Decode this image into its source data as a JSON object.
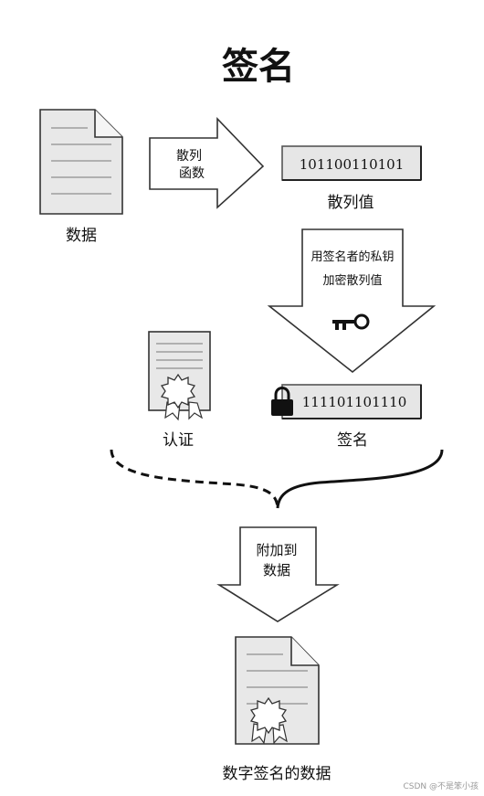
{
  "title": "签名",
  "nodes": {
    "data_label": "数据",
    "hash_function_line1": "散列",
    "hash_function_line2": "函数",
    "hash_value_bits": "101100110101",
    "hash_value_label": "散列值",
    "encrypt_line1": "用签名者的私钥",
    "encrypt_line2": "加密散列值",
    "certificate_label": "认证",
    "signature_bits": "111101101110",
    "signature_label": "签名",
    "attach_line1": "附加到",
    "attach_line2": "数据",
    "signed_data_label": "数字签名的数据"
  },
  "watermark": "CSDN @不是笨小孩",
  "icons": [
    "document-icon",
    "key-icon",
    "lock-icon",
    "certificate-icon",
    "seal-icon"
  ],
  "colors": {
    "paper": "#e8e8e8",
    "box_fill": "#e6e6e6",
    "stroke": "#333333",
    "text": "#111111",
    "watermark": "#9a9a9a"
  }
}
